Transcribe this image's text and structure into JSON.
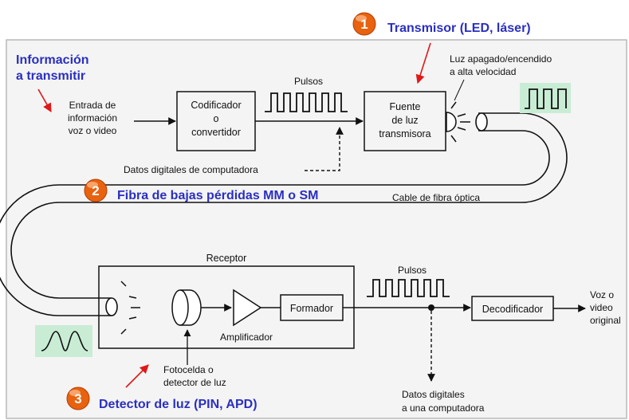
{
  "colors": {
    "panel_bg": "#f4f4f4",
    "panel_border": "#b9b9b9",
    "callout_blue": "#2a2fc0",
    "badge_orange": "#e8620f",
    "arrow_red": "#e01818",
    "pulse_highlight": "#c9ecd5"
  },
  "callouts": {
    "info_line1": "Información",
    "info_line2": "a transmitir",
    "transmitter_num": "1",
    "transmitter": "Transmisor (LED, láser)",
    "fiber_num": "2",
    "fiber": "Fibra de bajas pérdidas MM o SM",
    "detector_num": "3",
    "detector": "Detector de luz (PIN, APD)"
  },
  "labels": {
    "input_1": "Entrada de",
    "input_2": "información",
    "input_3": "voz o video",
    "encoder_1": "Codificador",
    "encoder_2": "o",
    "encoder_3": "convertidor",
    "pulses_top": "Pulsos",
    "source_1": "Fuente",
    "source_2": "de luz",
    "source_3": "transmisora",
    "light_1": "Luz apagado/encendido",
    "light_2": "a alta velocidad",
    "digital_in": "Datos digitales de computadora",
    "cable": "Cable de fibra óptica",
    "receptor": "Receptor",
    "amplifier": "Amplificador",
    "shaper": "Formador",
    "pulses_bottom": "Pulsos",
    "decoder": "Decodificador",
    "output_1": "Voz o",
    "output_2": "video",
    "output_3": "original",
    "photocell_1": "Fotocelda o",
    "photocell_2": "detector de luz",
    "digital_out_1": "Datos digitales",
    "digital_out_2": "a una computadora"
  }
}
